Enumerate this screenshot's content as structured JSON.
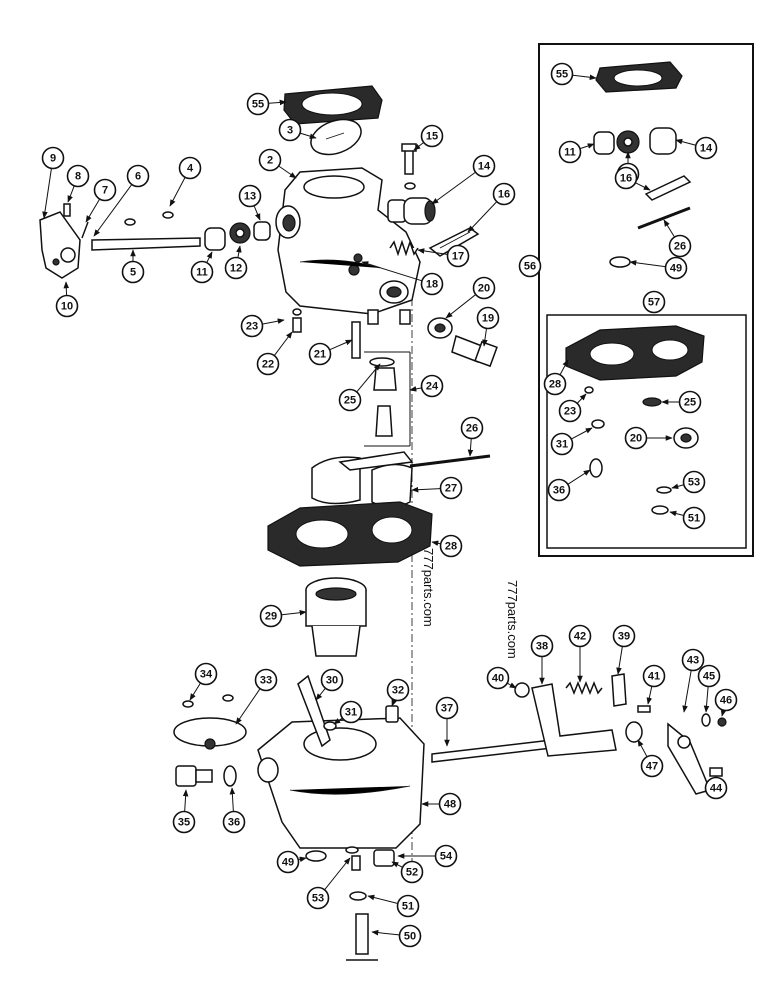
{
  "watermark": "777parts.com",
  "callouts": [
    {
      "n": "55",
      "id": "p55a"
    },
    {
      "n": "3",
      "id": "p3"
    },
    {
      "n": "2",
      "id": "p2"
    },
    {
      "n": "15",
      "id": "p15"
    },
    {
      "n": "14",
      "id": "p14a"
    },
    {
      "n": "16",
      "id": "p16a"
    },
    {
      "n": "9",
      "id": "p9"
    },
    {
      "n": "8",
      "id": "p8"
    },
    {
      "n": "7",
      "id": "p7"
    },
    {
      "n": "6",
      "id": "p6"
    },
    {
      "n": "4",
      "id": "p4"
    },
    {
      "n": "13",
      "id": "p13"
    },
    {
      "n": "17",
      "id": "p17"
    },
    {
      "n": "18",
      "id": "p18"
    },
    {
      "n": "5",
      "id": "p5"
    },
    {
      "n": "11",
      "id": "p11a"
    },
    {
      "n": "12",
      "id": "p12a"
    },
    {
      "n": "10",
      "id": "p10"
    },
    {
      "n": "20",
      "id": "p20a"
    },
    {
      "n": "19",
      "id": "p19"
    },
    {
      "n": "23",
      "id": "p23a"
    },
    {
      "n": "22",
      "id": "p22"
    },
    {
      "n": "21",
      "id": "p21"
    },
    {
      "n": "25",
      "id": "p25a"
    },
    {
      "n": "24",
      "id": "p24"
    },
    {
      "n": "26",
      "id": "p26a"
    },
    {
      "n": "27",
      "id": "p27"
    },
    {
      "n": "28",
      "id": "p28a"
    },
    {
      "n": "29",
      "id": "p29"
    },
    {
      "n": "34",
      "id": "p34"
    },
    {
      "n": "33",
      "id": "p33"
    },
    {
      "n": "30",
      "id": "p30"
    },
    {
      "n": "32",
      "id": "p32"
    },
    {
      "n": "31",
      "id": "p31a"
    },
    {
      "n": "35",
      "id": "p35"
    },
    {
      "n": "36",
      "id": "p36a"
    },
    {
      "n": "48",
      "id": "p48"
    },
    {
      "n": "49",
      "id": "p49a"
    },
    {
      "n": "53",
      "id": "p53a"
    },
    {
      "n": "52",
      "id": "p52"
    },
    {
      "n": "54",
      "id": "p54"
    },
    {
      "n": "51",
      "id": "p51a"
    },
    {
      "n": "50",
      "id": "p50"
    },
    {
      "n": "37",
      "id": "p37"
    },
    {
      "n": "38",
      "id": "p38"
    },
    {
      "n": "42",
      "id": "p42"
    },
    {
      "n": "39",
      "id": "p39"
    },
    {
      "n": "40",
      "id": "p40"
    },
    {
      "n": "41",
      "id": "p41"
    },
    {
      "n": "43",
      "id": "p43"
    },
    {
      "n": "45",
      "id": "p45"
    },
    {
      "n": "46",
      "id": "p46"
    },
    {
      "n": "47",
      "id": "p47"
    },
    {
      "n": "44",
      "id": "p44"
    },
    {
      "n": "55",
      "id": "k55"
    },
    {
      "n": "11",
      "id": "k11"
    },
    {
      "n": "14",
      "id": "k14"
    },
    {
      "n": "12",
      "id": "k12"
    },
    {
      "n": "16",
      "id": "k16"
    },
    {
      "n": "26",
      "id": "k26"
    },
    {
      "n": "56",
      "id": "k56"
    },
    {
      "n": "49",
      "id": "k49"
    },
    {
      "n": "57",
      "id": "k57"
    },
    {
      "n": "28",
      "id": "k28"
    },
    {
      "n": "23",
      "id": "k23"
    },
    {
      "n": "25",
      "id": "k25"
    },
    {
      "n": "31",
      "id": "k31"
    },
    {
      "n": "20",
      "id": "k20"
    },
    {
      "n": "36",
      "id": "k36"
    },
    {
      "n": "53",
      "id": "k53"
    },
    {
      "n": "51",
      "id": "k51"
    }
  ]
}
